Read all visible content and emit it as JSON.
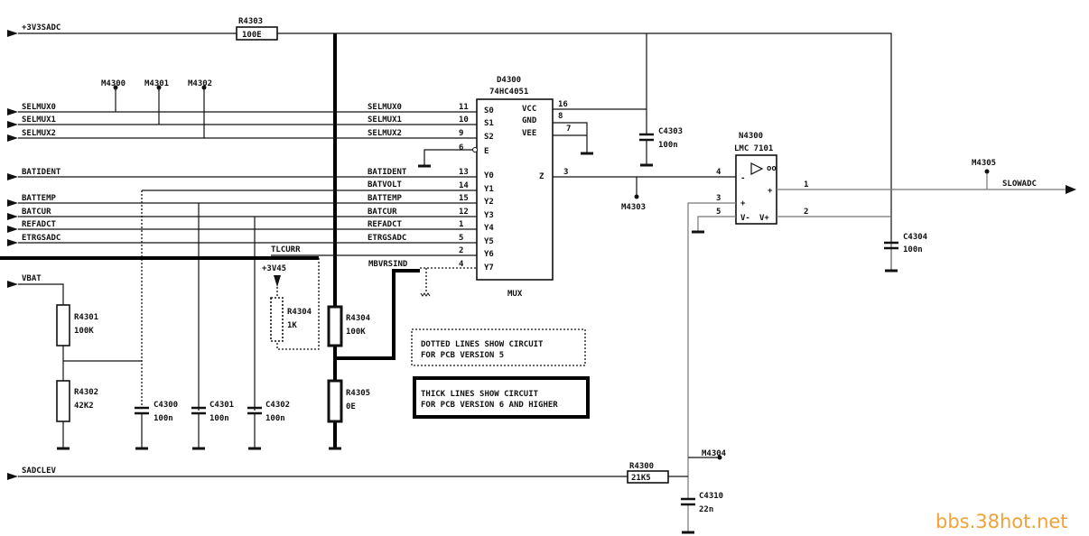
{
  "nets": {
    "v3sadc": "+3V3SADC",
    "selmux0": "SELMUX0",
    "selmux1": "SELMUX1",
    "selmux2": "SELMUX2",
    "batident": "BATIDENT",
    "batvolt": "BATVOLT",
    "battemp": "BATTEMP",
    "batcur": "BATCUR",
    "refadct": "REFADCT",
    "etrgsadc": "ETRGSADC",
    "tlcurr": "TLCURR",
    "mbvrsind": "MBVRSIND",
    "vbat": "VBAT",
    "sadclev": "SADCLEV",
    "slowadc": "SLOWADC",
    "v45": "+3V45"
  },
  "test_points": {
    "m4300": "M4300",
    "m4301": "M4301",
    "m4302": "M4302",
    "m4303": "M4303",
    "m4304": "M4304",
    "m4305": "M4305"
  },
  "mux": {
    "ref": "D4300",
    "part": "74HC4051",
    "label": "MUX",
    "pins_left": [
      {
        "name": "S0",
        "num": "11"
      },
      {
        "name": "S1",
        "num": "10"
      },
      {
        "name": "S2",
        "num": "9"
      },
      {
        "name": "E",
        "num": "6"
      },
      {
        "name": "Y0",
        "num": "13"
      },
      {
        "name": "Y1",
        "num": "14"
      },
      {
        "name": "Y2",
        "num": "15"
      },
      {
        "name": "Y3",
        "num": "12"
      },
      {
        "name": "Y4",
        "num": "1"
      },
      {
        "name": "Y5",
        "num": "5"
      },
      {
        "name": "Y6",
        "num": "2"
      },
      {
        "name": "Y7",
        "num": "4"
      }
    ],
    "pins_right": [
      {
        "name": "VCC",
        "num": "16"
      },
      {
        "name": "GND",
        "num": "8"
      },
      {
        "name": "VEE",
        "num": "7"
      },
      {
        "name": "Z",
        "num": "3"
      }
    ]
  },
  "opamp": {
    "ref": "N4300",
    "part": "LMC  7101",
    "gain": "oo",
    "minus": "-",
    "plus": "+",
    "out": "+",
    "vminus": "V-",
    "vplus": "V+",
    "pin_in_minus": "4",
    "pin_in_plus": "3",
    "pin_vminus": "5",
    "pin_out": "1",
    "pin_vplus": "2"
  },
  "components": {
    "r4303": {
      "ref": "R4303",
      "value": "100E"
    },
    "r4300": {
      "ref": "R4300",
      "value": "21K5"
    },
    "r4301": {
      "ref": "R4301",
      "value": "100K"
    },
    "r4302": {
      "ref": "R4302",
      "value": "42K2"
    },
    "r4304a": {
      "ref": "R4304",
      "value": "1K"
    },
    "r4304b": {
      "ref": "R4304",
      "value": "100K"
    },
    "r4305": {
      "ref": "R4305",
      "value": "0E"
    },
    "c4300": {
      "ref": "C4300",
      "value": "100n"
    },
    "c4301": {
      "ref": "C4301",
      "value": "100n"
    },
    "c4302": {
      "ref": "C4302",
      "value": "100n"
    },
    "c4303": {
      "ref": "C4303",
      "value": "100n"
    },
    "c4304": {
      "ref": "C4304",
      "value": "100n"
    },
    "c4310": {
      "ref": "C4310",
      "value": "22n"
    }
  },
  "notes": {
    "dotted_1": "DOTTED LINES SHOW CIRCUIT",
    "dotted_2": "FOR PCB VERSION 5",
    "thick_1": "THICK LINES SHOW CIRCUIT",
    "thick_2": "FOR PCB VERSION 6 AND HIGHER"
  },
  "watermark": "bbs.38hot.net"
}
